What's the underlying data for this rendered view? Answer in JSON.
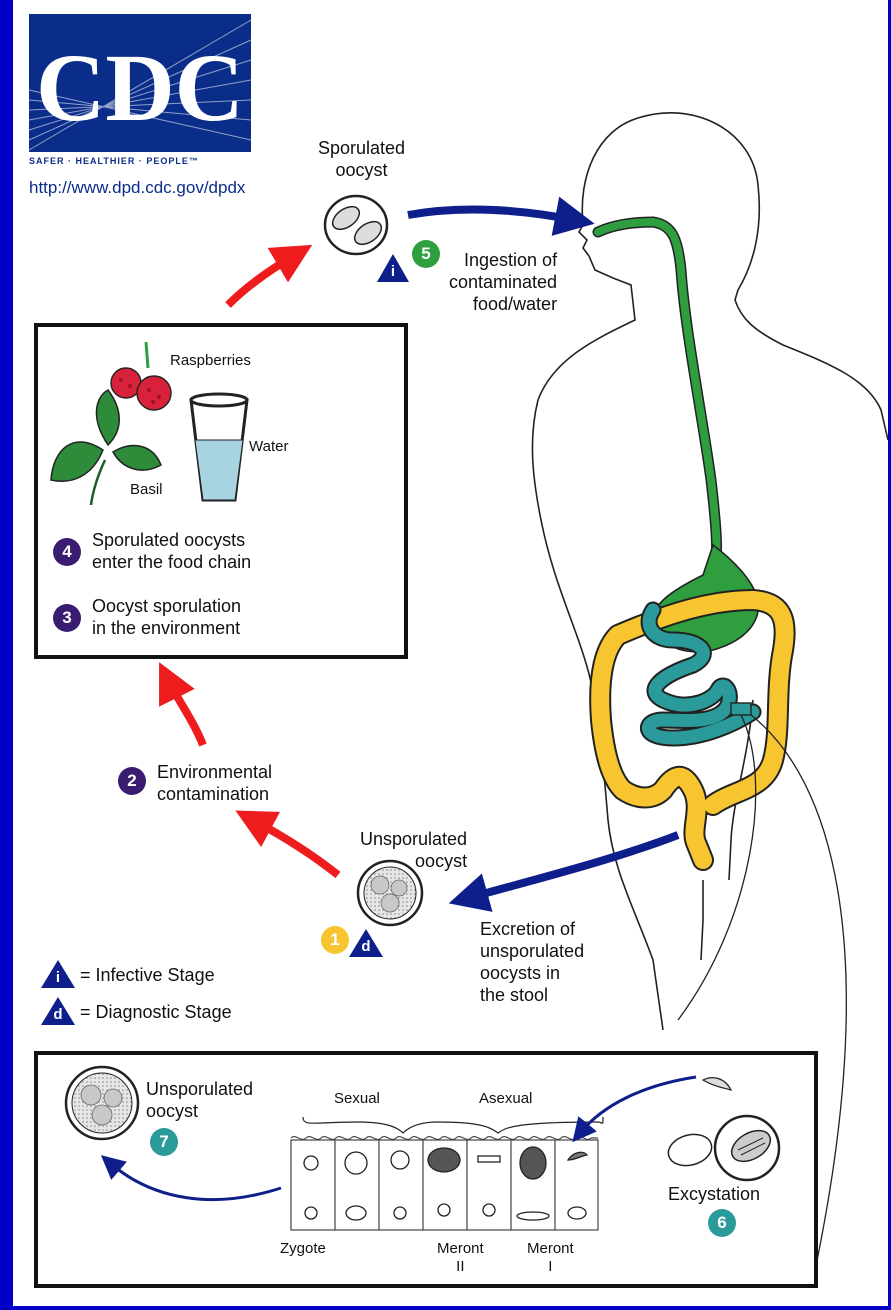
{
  "header": {
    "logo_text": "CDC",
    "tagline": "SAFER · HEALTHIER · PEOPLE™",
    "url": "http://www.dpd.cdc.gov/dpdx"
  },
  "colors": {
    "frame": "#0000c8",
    "red_arrow": "#ee1c1c",
    "blue_arrow": "#0e1f8c",
    "gut_green": "#2e9e3e",
    "gut_yellow": "#f6c530",
    "gut_teal": "#2a9a9a",
    "badge_green": "#2e9e3e",
    "badge_purple": "#3a1d70",
    "badge_yellow": "#f6c530",
    "badge_teal": "#2a9a9a",
    "stage_triangle": "#0e1f8c"
  },
  "stages": {
    "sporulated_oocyst": "Sporulated\noocyst",
    "ingestion": {
      "number": "5",
      "text": "Ingestion of\ncontaminated\nfood/water"
    },
    "food_chain": {
      "number": "4",
      "text": "Sporulated oocysts\nenter the food chain"
    },
    "sporulation": {
      "number": "3",
      "text": "Oocyst sporulation\nin the environment"
    },
    "environmental": {
      "number": "2",
      "text": "Environmental\ncontamination"
    },
    "unsporulated": {
      "number": "1",
      "text": "Unsporulated\noocyst"
    },
    "excretion": "Excretion of\nunsporulated\noocysts in\nthe stool"
  },
  "food_items": {
    "raspberries": "Raspberries",
    "water": "Water",
    "basil": "Basil"
  },
  "legend": {
    "infective_letter": "i",
    "infective_label": "= Infective Stage",
    "diagnostic_letter": "d",
    "diagnostic_label": "= Diagnostic Stage"
  },
  "intracellular": {
    "unsporulated": {
      "number": "7",
      "text": "Unsporulated\noocyst"
    },
    "sexual": "Sexual",
    "asexual": "Asexual",
    "zygote": "Zygote",
    "meront_ii": "Meront\nII",
    "meront_i": "Meront\nI",
    "excystation": {
      "number": "6",
      "text": "Excystation"
    }
  }
}
